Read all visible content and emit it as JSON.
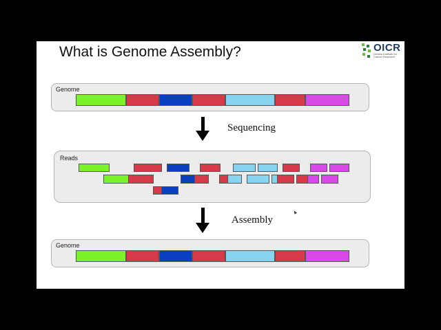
{
  "slide": {
    "title": "What is Genome Assembly?"
  },
  "logo": {
    "text": "OICR",
    "subtext": "Ontario Institute for Cancer Research"
  },
  "panels": {
    "genome_top_label": "Genome",
    "reads_label": "Reads",
    "genome_bottom_label": "Genome"
  },
  "steps": {
    "sequencing": "Sequencing",
    "assembly": "Assembly"
  },
  "colors": {
    "green": "#7cf22a",
    "red": "#d63a49",
    "blue": "#0a3fbf",
    "cyan": "#86d4f0",
    "magenta": "#d84ae8",
    "border": "#555555"
  }
}
